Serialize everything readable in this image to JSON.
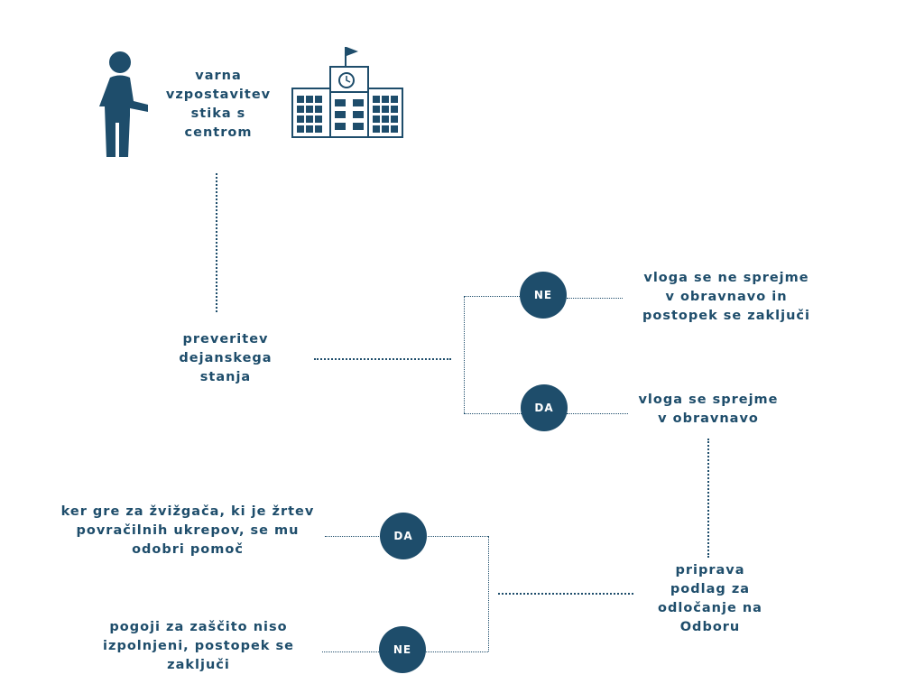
{
  "colors": {
    "primary": "#1e4d6b",
    "background": "#ffffff"
  },
  "icons": {
    "person": "person-walking-icon",
    "building": "school-building-icon"
  },
  "steps": {
    "contact": "varna\nvzpostavitev\nstika s\ncentrom",
    "verify": "preveritev\ndejanskega\nstanja",
    "reject": "vloga se ne sprejme\nv obravnavo in\npostopek se zaključi",
    "accept": "vloga se sprejme\nv obravnavo",
    "prepare": "priprava\npodlag za\nodločanje na\nOdboru",
    "approve": "ker gre za žvižgača, ki je žrtev\npovračilnih ukrepov, se mu\nodobri pomoč",
    "deny": "pogoji za zaščito niso\nizpolnjeni, postopek se\nzaključi"
  },
  "badges": {
    "no_1": "NE",
    "yes_1": "DA",
    "yes_2": "DA",
    "no_2": "NE"
  }
}
